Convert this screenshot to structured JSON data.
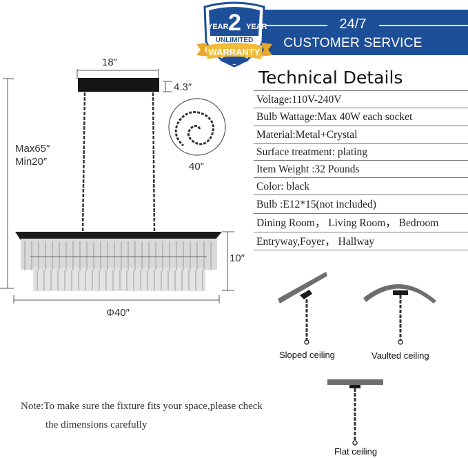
{
  "warranty_badge": {
    "year_left": "YEAR",
    "number": "2",
    "year_right": "YEAR",
    "unlimited": "UNLIMITED",
    "warranty": "WARRANTY",
    "colors": {
      "blue": "#1d4f99",
      "gold": "#f2bb3a"
    }
  },
  "service_banner": {
    "line1": "24/7",
    "line2": "CUSTOMER SERVICE",
    "color": "#1d4f99"
  },
  "technical_details": {
    "title": "Technical Details",
    "rows": [
      "Voltage:110V-240V",
      "Bulb Wattage:Max 40W each socket",
      "Material:Metal+Crystal",
      "Surface treatment:  plating",
      "Item Weight :32 Pounds",
      "Color: black",
      "Bulb :E12*15(not included)",
      "Dining Room， Living Room， Bedroom",
      "Entryway,Foyer， Hallway"
    ]
  },
  "dimensions": {
    "canopy_width": "18″",
    "canopy_height": "4.3″",
    "hanging_max": "Max65″",
    "hanging_min": "Min20″",
    "chain_length": "40″",
    "body_height": "10″",
    "body_length": "Φ40″"
  },
  "ceiling_types": {
    "sloped": "Sloped ceiling",
    "vaulted": "Vaulted ceiling",
    "flat": "Flat ceiling"
  },
  "note": {
    "line1": "Note:To make sure the fixture fits your space,please check",
    "line2": "the dimensions carefully"
  }
}
